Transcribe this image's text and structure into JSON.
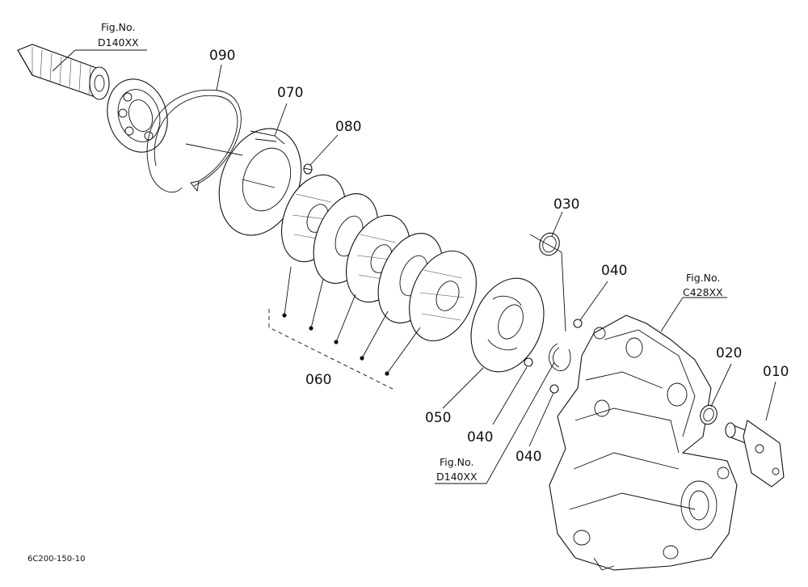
{
  "parts": {
    "p090": "090",
    "p070": "070",
    "p080": "080",
    "p030": "030",
    "p040a": "040",
    "p040b": "040",
    "p040c": "040",
    "p060": "060",
    "p050": "050",
    "p020": "020",
    "p010": "010"
  },
  "refs": {
    "top": {
      "line1": "Fig.No.",
      "line2": "D140XX"
    },
    "right": {
      "line1": "Fig.No.",
      "line2": "C428XX"
    },
    "bottom": {
      "line1": "Fig.No.",
      "line2": "D140XX"
    }
  },
  "diagram_code": "6C200-150-10"
}
